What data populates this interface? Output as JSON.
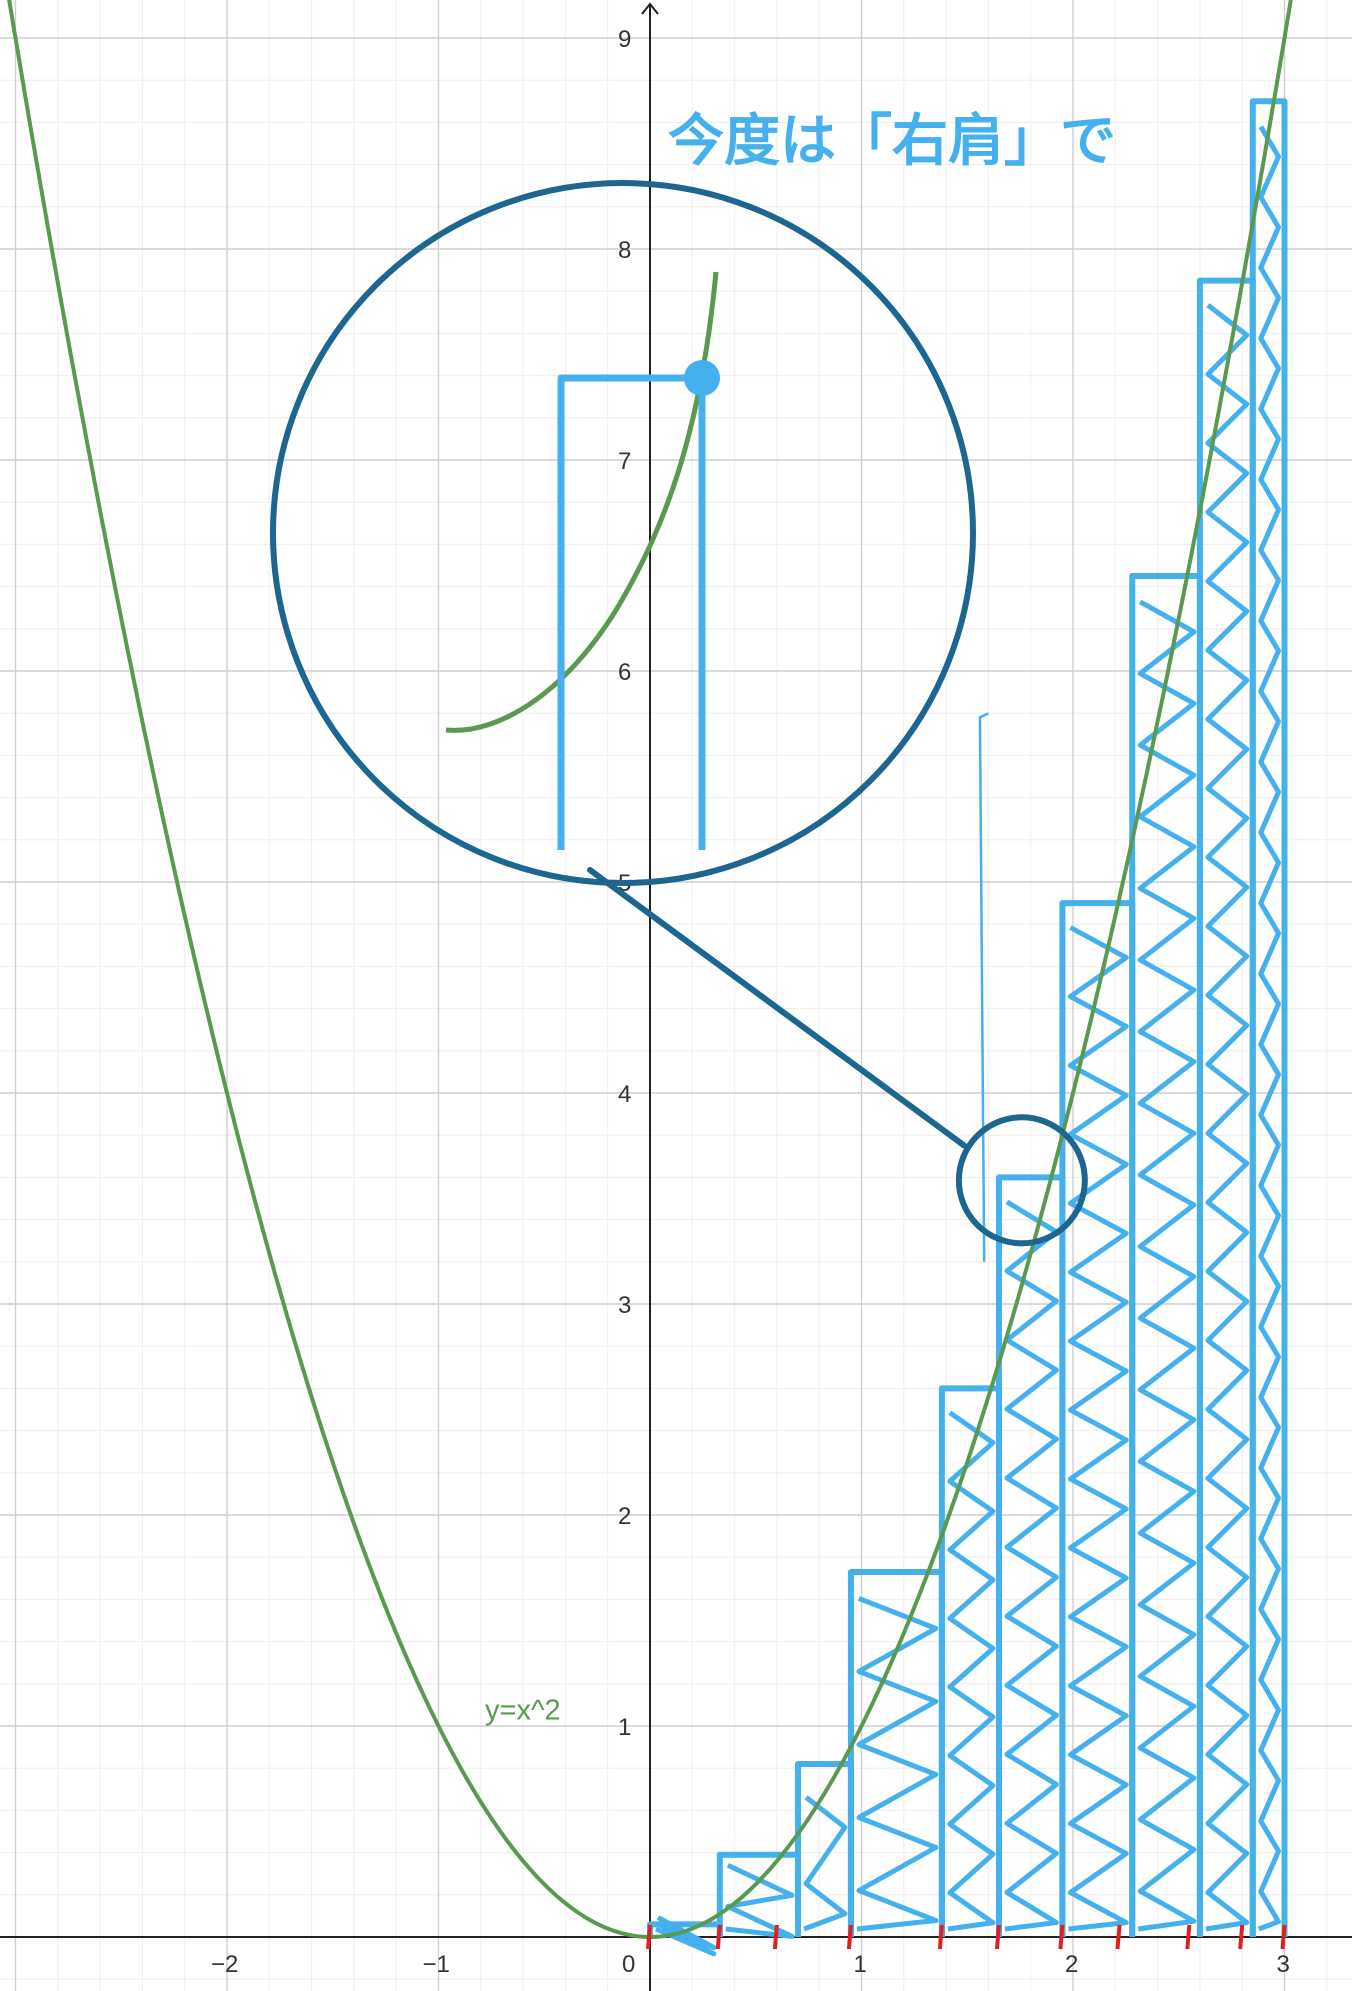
{
  "chart_data": {
    "type": "line",
    "title": "",
    "xlabel": "",
    "ylabel": "",
    "xlim": [
      -3.05,
      3.35
    ],
    "ylim": [
      -0.25,
      9.15
    ],
    "grid": true,
    "x_ticks": [
      -2,
      -1,
      0,
      1,
      2,
      3
    ],
    "y_ticks": [
      1,
      2,
      3,
      4,
      5,
      6,
      7,
      8,
      9
    ],
    "x_tick_labels": [
      "−2",
      "−1",
      "0",
      "1",
      "2",
      "3"
    ],
    "y_tick_labels": [
      "1",
      "2",
      "3",
      "4",
      "5",
      "6",
      "7",
      "8",
      "9"
    ],
    "series": [
      {
        "name": "y=x^2",
        "function": "x^2",
        "color": "#5a9a50"
      }
    ],
    "function_label": "y=x^2",
    "annotation_text": "今度は「右肩」で",
    "right_endpoint_rectangles": {
      "x_start": 0,
      "x_end": 3,
      "widths": 12,
      "heights": [
        0.06,
        0.39,
        0.82,
        1.73,
        2.6,
        3.6,
        4.9,
        6.45,
        7.85,
        8.7
      ],
      "x_right": [
        0.33,
        0.7,
        0.95,
        1.38,
        1.65,
        1.95,
        2.28,
        2.6,
        2.85,
        3.0
      ],
      "color": "#45b0ee"
    },
    "magnified_point": {
      "x": 1.9,
      "y": 3.61
    },
    "colors": {
      "curve": "#5a9a50",
      "highlight": "#45b0ee",
      "magnifier": "#1c6690",
      "ticks_marks": "#e02020"
    }
  }
}
